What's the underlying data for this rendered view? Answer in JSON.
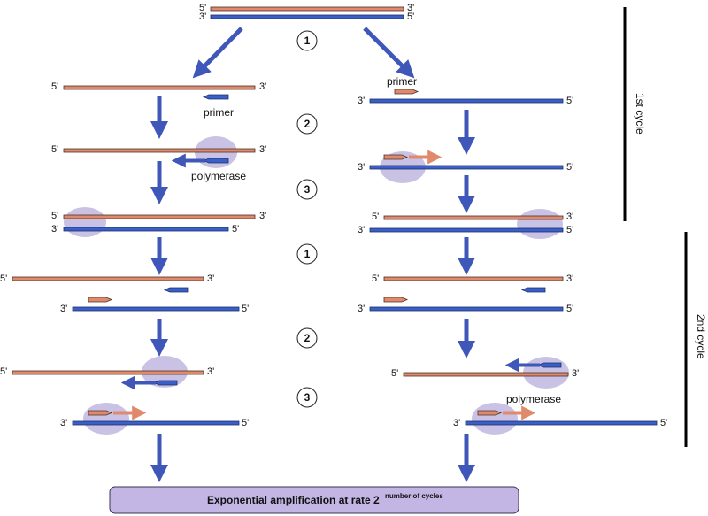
{
  "labels": {
    "five_prime": "5'",
    "three_prime": "3'",
    "primer": "primer",
    "polymerase": "polymerase"
  },
  "steps": [
    "1",
    "2",
    "3"
  ],
  "cycles": [
    "1st cycle",
    "2nd cycle"
  ],
  "banner": {
    "text": "Exponential amplification at rate 2",
    "superscript": "number of cycles"
  },
  "colors": {
    "template_top": "#e0896b",
    "template_bottom": "#3a5fc8",
    "arrow": "#3f57b8",
    "bubble": "#b7aedb",
    "banner_fill": "#c3b6e4"
  }
}
